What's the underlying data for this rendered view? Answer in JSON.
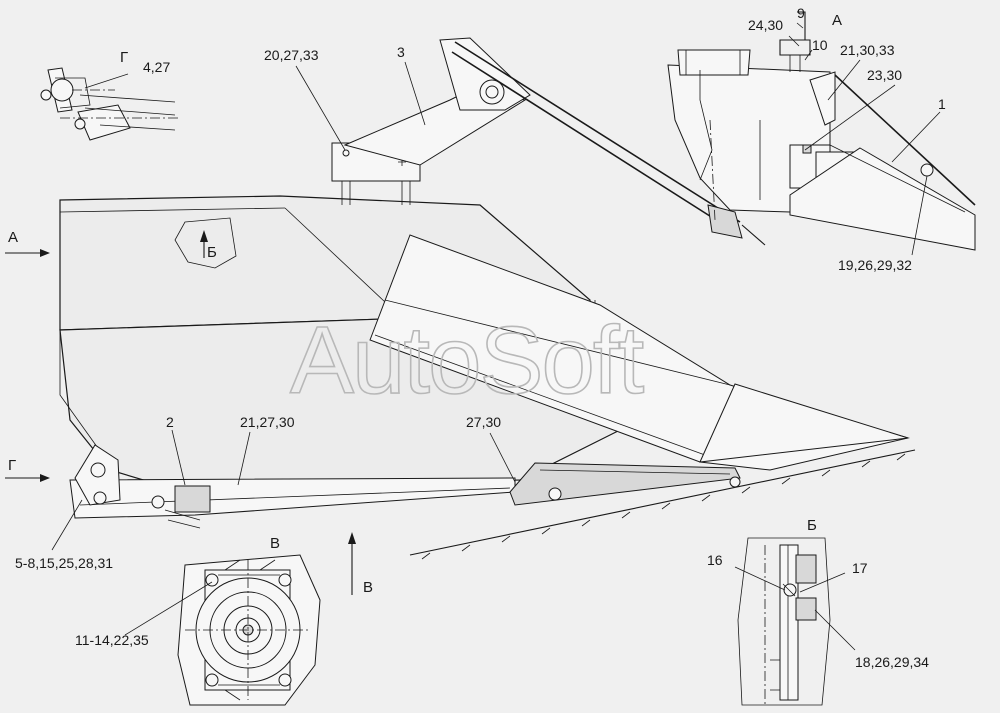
{
  "watermark": "AutoSoft",
  "views": {
    "A": "А",
    "B": "Б",
    "V": "В",
    "G": "Г"
  },
  "callouts": {
    "c_9": "9",
    "c_10": "10",
    "c_24_30": "24,30",
    "c_21_30_33_top": "21,30,33",
    "c_23_30": "23,30",
    "c_1": "1",
    "c_19_26_29_32": "19,26,29,32",
    "c_4_27": "4,27",
    "c_20_27_33": "20,27,33",
    "c_3": "3",
    "c_2": "2",
    "c_21_27_30": "21,27,30",
    "c_27_30": "27,30",
    "c_5_8": "5-8,15,25,28,31",
    "c_11_14": "11-14,22,35",
    "c_16": "16",
    "c_17": "17",
    "c_18_26_29_34": "18,26,29,34"
  },
  "colors": {
    "line": "#1a1a1a",
    "background": "#f0f0f0",
    "watermark": "#b8b8b8"
  }
}
